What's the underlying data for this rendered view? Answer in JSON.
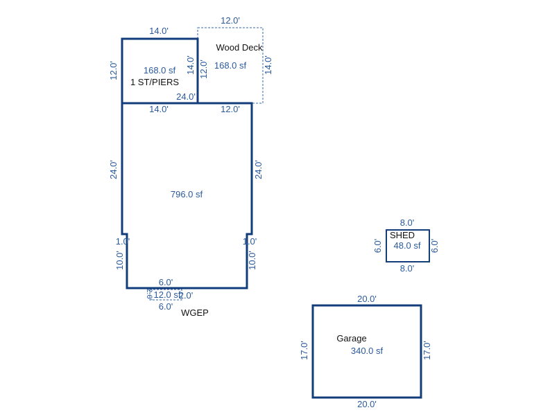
{
  "house": {
    "porch": {
      "top": "14.0'",
      "left": "12.0'",
      "right": "14.0'",
      "bottom": "24.0'",
      "area": "168.0 sf",
      "label": "1 ST/PIERS"
    },
    "deck": {
      "top": "12.0'",
      "left": "12.0'",
      "right": "14.0'",
      "area": "168.0 sf",
      "label": "Wood Deck"
    },
    "main": {
      "top_left": "14.0'",
      "top_right": "12.0'",
      "left": "24.0'",
      "right": "24.0'",
      "jog_left": "1.0'",
      "jog_right": "1.0'",
      "lower_left": "10.0'",
      "lower_right": "10.0'",
      "bottom": "6.0'",
      "area": "796.0 sf"
    },
    "wgep": {
      "bottom": "6.0'",
      "left": "2.0'",
      "right": "2.0'",
      "area": "12.0 sf",
      "label": "WGEP"
    }
  },
  "shed": {
    "top": "8.0'",
    "bottom": "8.0'",
    "left": "6.0'",
    "right": "6.0'",
    "area": "48.0 sf",
    "label": "SHED"
  },
  "garage": {
    "top": "20.0'",
    "bottom": "20.0'",
    "left": "17.0'",
    "right": "17.0'",
    "area": "340.0 sf",
    "label": "Garage"
  }
}
